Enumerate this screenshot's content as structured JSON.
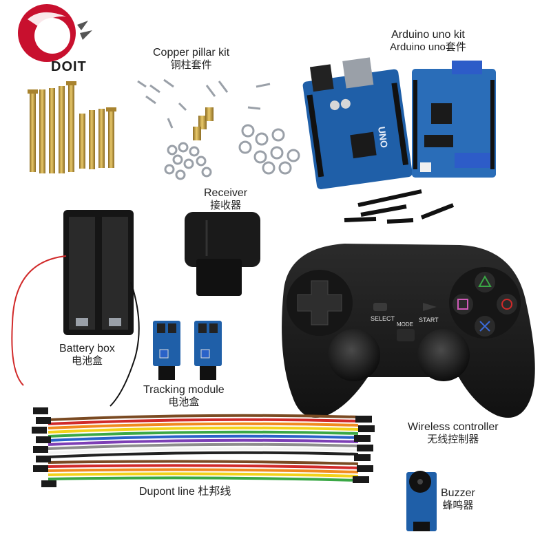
{
  "brand": {
    "logo_text": "DOIT",
    "color": "#c8102e"
  },
  "labels": {
    "copper_pillar": {
      "en": "Copper pillar kit",
      "cn": "铜柱套件"
    },
    "arduino": {
      "en": "Arduino uno kit",
      "cn": "Arduino uno套件"
    },
    "receiver": {
      "en": "Receiver",
      "cn": "接收器"
    },
    "battery": {
      "en": "Battery box",
      "cn": "电池盒"
    },
    "tracking": {
      "en": "Tracking module",
      "cn": "电池盒"
    },
    "wireless": {
      "en": "Wireless controller",
      "cn": "无线控制器"
    },
    "dupont": {
      "en": "Dupont line 杜邦线"
    },
    "buzzer": {
      "en": "Buzzer",
      "cn": "蜂鸣器"
    }
  },
  "controller": {
    "select": "SELECT",
    "mode": "MODE",
    "start": "START"
  },
  "board": {
    "uno": "UNO"
  },
  "colors": {
    "pcb_blue": "#1f5fa8",
    "brass": "#c9a24a",
    "controller_black": "#1a1a1a",
    "wire_rainbow": [
      "#7a4a22",
      "#d12a2a",
      "#f08a1f",
      "#f2d21a",
      "#3aa845",
      "#2a62c8",
      "#7d3fb5",
      "#8c8c8c",
      "#f4f4f4",
      "#222222"
    ]
  }
}
